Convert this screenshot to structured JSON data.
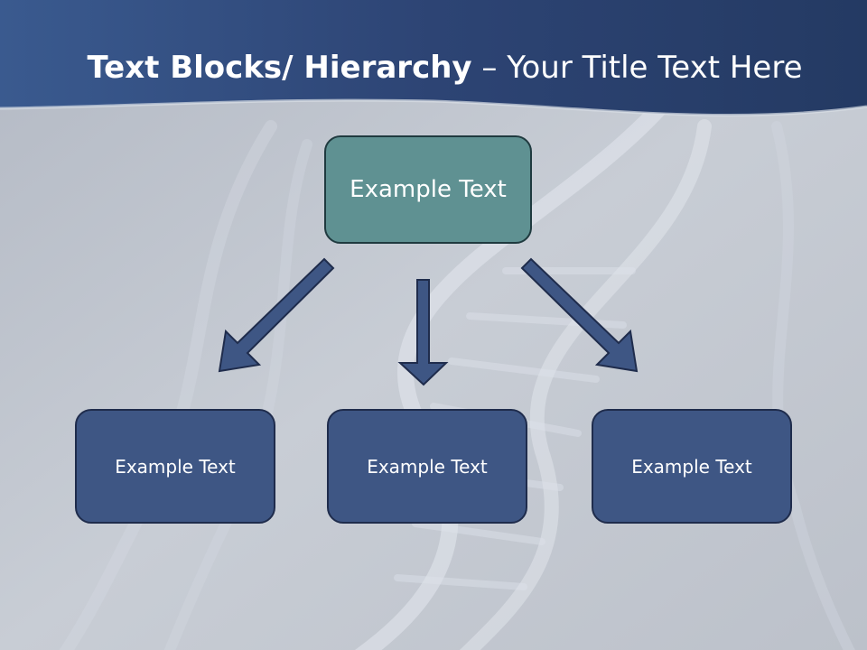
{
  "slide": {
    "title_bold": "Text Blocks/ Hierarchy",
    "title_rest": " – Your Title Text Here"
  },
  "hierarchy": {
    "top": "Example Text",
    "children": [
      "Example Text",
      "Example Text",
      "Example Text"
    ]
  },
  "colors": {
    "header_band": "#2f4775",
    "background": "#c3c8d1",
    "top_box": "#5f9192",
    "child_box": "#3e5684",
    "arrow_fill": "#3e5684",
    "arrow_stroke": "#1f2c4c"
  },
  "background_image": "dna-double-helix"
}
